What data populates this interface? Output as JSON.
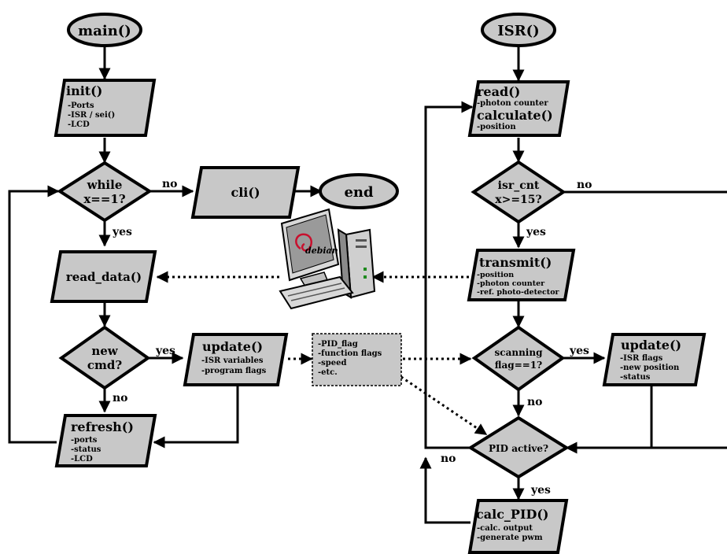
{
  "colors": {
    "fill": "#c8c8c8",
    "stroke": "#000000",
    "background": "#ffffff"
  },
  "main": {
    "start": "main()",
    "init": {
      "title": "init()",
      "items": [
        "-Ports",
        "-ISR / sei()",
        "-LCD"
      ]
    },
    "while": {
      "line1": "while",
      "line2": "x==1?"
    },
    "cli": "cli()",
    "end": "end",
    "read_data": "read_data()",
    "newcmd": {
      "line1": "new",
      "line2": "cmd?"
    },
    "update": {
      "title": "update()",
      "items": [
        "-ISR variables",
        "-program flags"
      ]
    },
    "refresh": {
      "title": "refresh()",
      "items": [
        "-ports",
        "-status",
        "-LCD"
      ]
    }
  },
  "shared_vars": {
    "items": [
      "-PID_flag",
      "-function flags",
      "-speed",
      "-etc."
    ]
  },
  "computer": {
    "label": "debian"
  },
  "isr": {
    "start": "ISR()",
    "read": {
      "title1": "read()",
      "item1": "-photon counter",
      "title2": "calculate()",
      "item2": "-position"
    },
    "isrcnt": {
      "line1": "isr_cnt",
      "line2": "x>=15?"
    },
    "transmit": {
      "title": "transmit()",
      "items": [
        "-position",
        "-photon counter",
        "-ref. photo-detector"
      ]
    },
    "scanning": {
      "line1": "scanning",
      "line2": "flag==1?"
    },
    "update": {
      "title": "update()",
      "items": [
        "-ISR flags",
        "-new position",
        "-status"
      ]
    },
    "pid": "PID active?",
    "calc": {
      "title": "calc_PID()",
      "items": [
        "-calc. output",
        "-generate pwm"
      ]
    }
  },
  "labels": {
    "yes": "yes",
    "no": "no"
  }
}
